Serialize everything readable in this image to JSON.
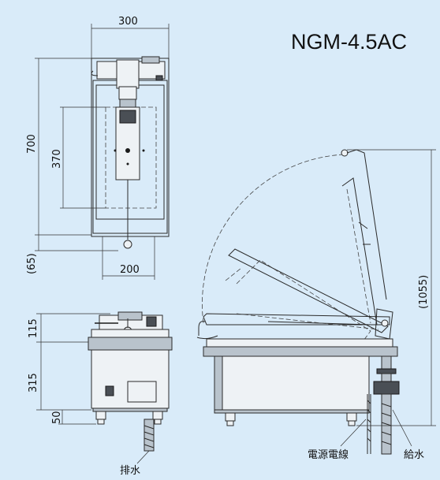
{
  "model": "NGM-4.5AC",
  "dimensions": {
    "width_top": "300",
    "depth_total": "700",
    "inner_depth": "370",
    "rear_offset": "(65)",
    "inner_width": "200",
    "lid_height": "115",
    "body_height": "315",
    "leg_height": "50",
    "open_height": "(1055)"
  },
  "labels": {
    "drain": "排水",
    "power_cord": "電源電線",
    "water_supply": "給水"
  }
}
